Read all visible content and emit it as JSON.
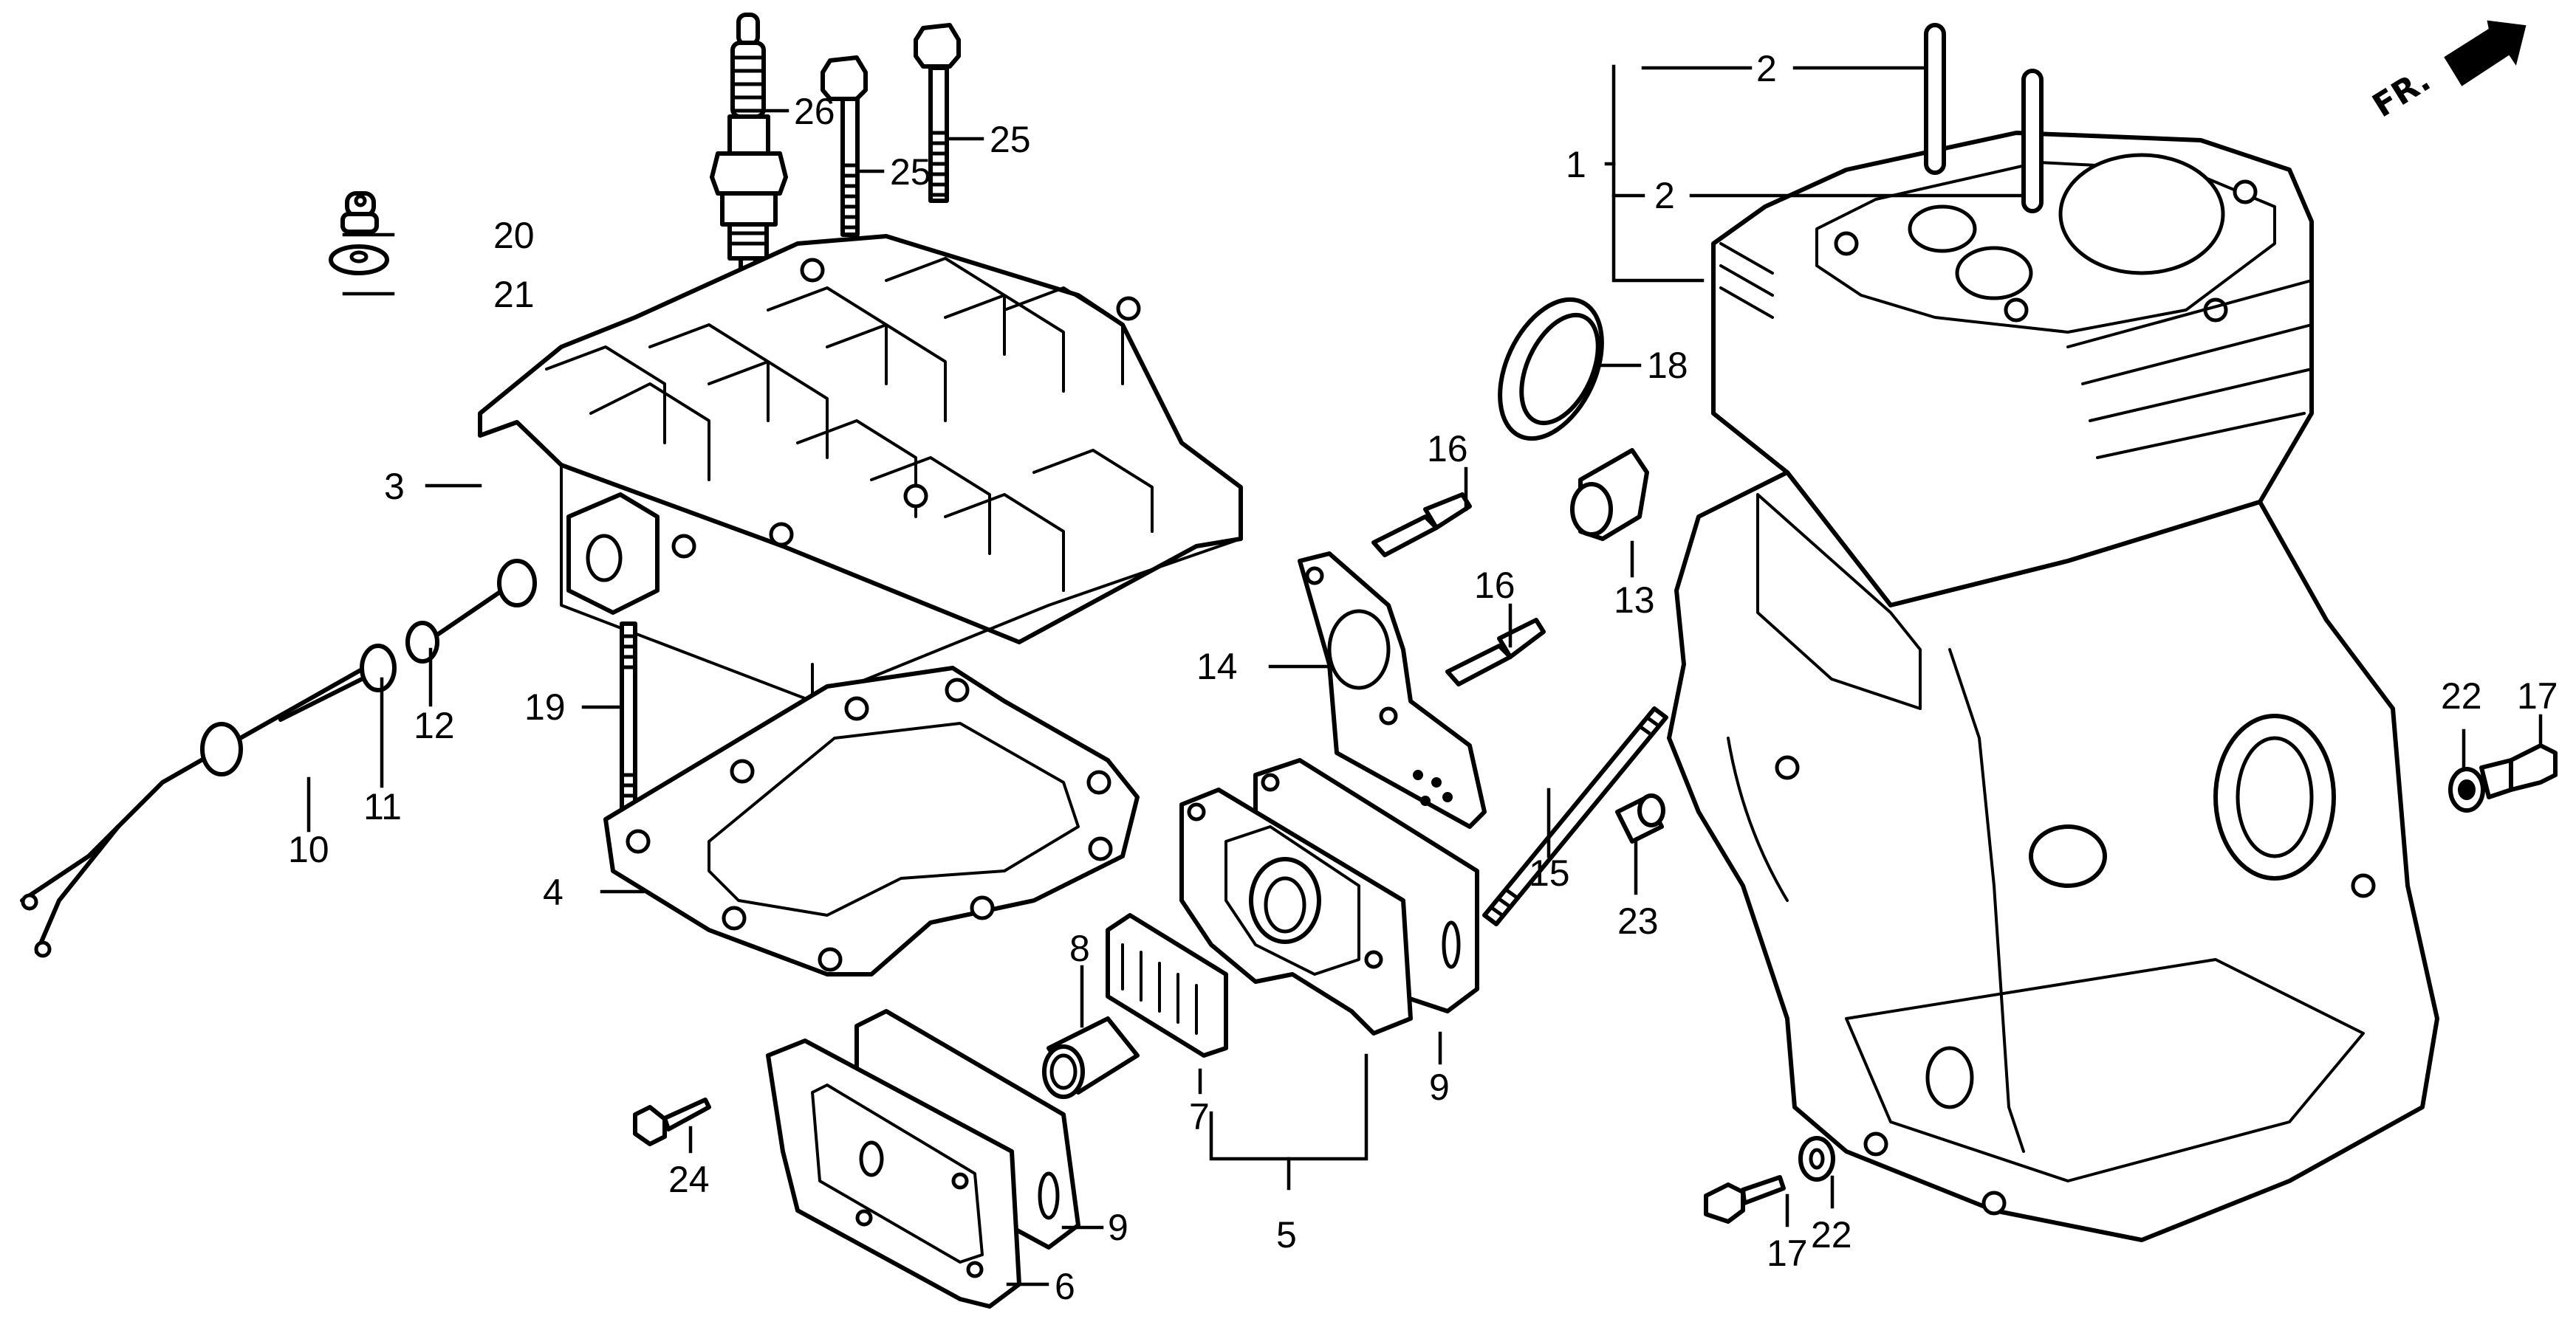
{
  "diagram": {
    "type": "exploded parts diagram",
    "subject": "Engine cylinder head, crankcase and intake components",
    "colors": {
      "ink": "#000000",
      "paper": "#ffffff"
    },
    "direction_indicator": {
      "label": "FR.",
      "icon": "front-direction-arrow-icon"
    },
    "callouts": [
      {
        "id": "c1",
        "number": "1",
        "part": "cylinder-crankcase-assembly"
      },
      {
        "id": "c2a",
        "number": "2",
        "part": "dowel-pin-upper"
      },
      {
        "id": "c2b",
        "number": "2",
        "part": "dowel-pin-lower"
      },
      {
        "id": "c3",
        "number": "3",
        "part": "cylinder-head"
      },
      {
        "id": "c4",
        "number": "4",
        "part": "cylinder-head-gasket"
      },
      {
        "id": "c5",
        "number": "5",
        "part": "insulator-set"
      },
      {
        "id": "c6",
        "number": "6",
        "part": "insulator-plate"
      },
      {
        "id": "c7",
        "number": "7",
        "part": "intake-insulator"
      },
      {
        "id": "c8",
        "number": "8",
        "part": "collar"
      },
      {
        "id": "c9a",
        "number": "9",
        "part": "gasket-upper"
      },
      {
        "id": "c9b",
        "number": "9",
        "part": "gasket-lower"
      },
      {
        "id": "c10",
        "number": "10",
        "part": "oil-level-switch-wire"
      },
      {
        "id": "c11",
        "number": "11",
        "part": "grommet-nut"
      },
      {
        "id": "c12",
        "number": "12",
        "part": "washer"
      },
      {
        "id": "c13",
        "number": "13",
        "part": "breather-tube"
      },
      {
        "id": "c14",
        "number": "14",
        "part": "carburetor-gasket-plate"
      },
      {
        "id": "c15",
        "number": "15",
        "part": "long-stud-bolt"
      },
      {
        "id": "c16a",
        "number": "16",
        "part": "stud-bolt-upper"
      },
      {
        "id": "c16b",
        "number": "16",
        "part": "stud-bolt-lower"
      },
      {
        "id": "c17a",
        "number": "17",
        "part": "drain-plug-bolt-right"
      },
      {
        "id": "c17b",
        "number": "17",
        "part": "drain-plug-bolt-bottom"
      },
      {
        "id": "c18",
        "number": "18",
        "part": "oil-seal"
      },
      {
        "id": "c19",
        "number": "19",
        "part": "head-stud-bolt"
      },
      {
        "id": "c20",
        "number": "20",
        "part": "cap-nut"
      },
      {
        "id": "c21",
        "number": "21",
        "part": "sealing-washer"
      },
      {
        "id": "c22a",
        "number": "22",
        "part": "drain-washer-right"
      },
      {
        "id": "c22b",
        "number": "22",
        "part": "drain-washer-bottom"
      },
      {
        "id": "c23",
        "number": "23",
        "part": "dowel-collar"
      },
      {
        "id": "c24",
        "number": "24",
        "part": "flange-bolt"
      },
      {
        "id": "c25a",
        "number": "25",
        "part": "head-bolt-left"
      },
      {
        "id": "c25b",
        "number": "25",
        "part": "head-bolt-right"
      },
      {
        "id": "c26",
        "number": "26",
        "part": "spark-plug"
      }
    ]
  }
}
